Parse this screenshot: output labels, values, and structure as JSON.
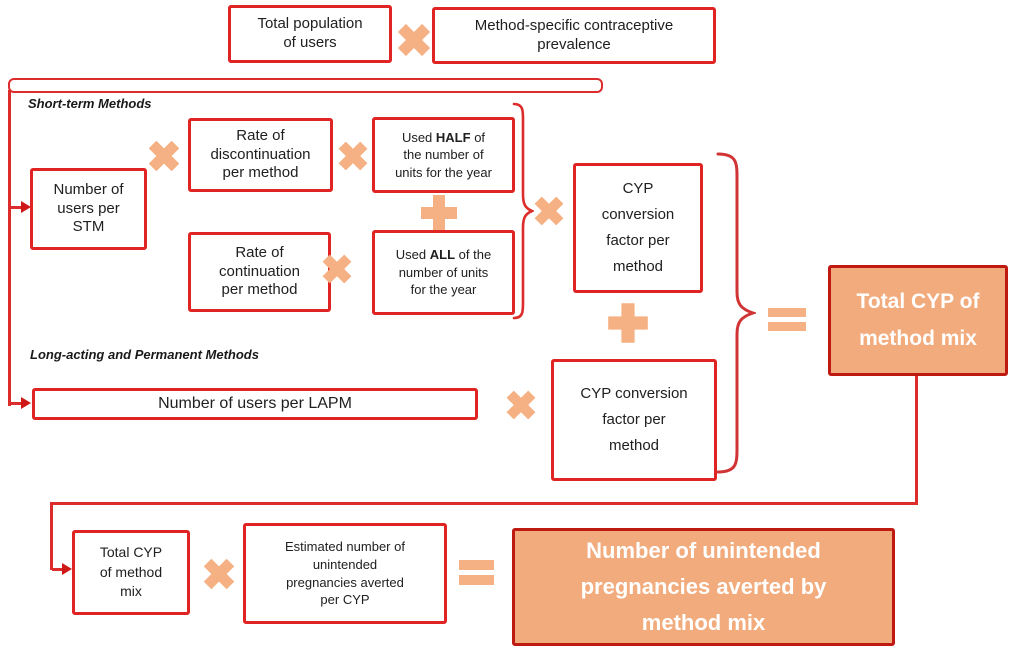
{
  "colors": {
    "box_border_red": "#e02424",
    "line_red": "#dd2c2c",
    "filled_box_border": "#bf1a12",
    "filled_box_fill": "#f2ab7c",
    "operator_peach": "#f5b183",
    "text_black": "#202020",
    "filled_text": "#ffffff"
  },
  "icons": {
    "multiply": "multiply-x-icon",
    "plus": "plus-icon",
    "equals": "equals-icon",
    "arrow": "arrowhead-right-icon",
    "brace": "curly-brace-icon"
  },
  "top_row": {
    "total_population": "Total population\nof users",
    "method_prevalence": "Method-specific contraceptive\nprevalence"
  },
  "short_term": {
    "section_label": "Short-term Methods",
    "users_stm": "Number of\nusers per\nSTM",
    "rate_discontinuation": "Rate of\ndiscontinuation\nper method",
    "used_half": {
      "pre": "Used ",
      "bold": "HALF",
      "post": " of\nthe number of\nunits for the year"
    },
    "rate_continuation": "Rate of\ncontinuation\nper method",
    "used_all": {
      "pre": "Used ",
      "bold": "ALL",
      "post": " of the\nnumber of units\nfor the year"
    },
    "cyp_factor": "CYP\nconversion\nfactor per\nmethod"
  },
  "lapm": {
    "section_label": "Long-acting and Permanent Methods",
    "users_lapm": "Number of users per LAPM",
    "cyp_factor": "CYP conversion\nfactor per\nmethod"
  },
  "results": {
    "total_cyp": "Total CYP of\nmethod mix",
    "total_cyp_small": "Total CYP\nof method\nmix",
    "estimated_averted": "Estimated number of\nunintended\npregnancies averted\nper CYP",
    "final_result": "Number of unintended\npregnancies averted by\nmethod mix"
  }
}
